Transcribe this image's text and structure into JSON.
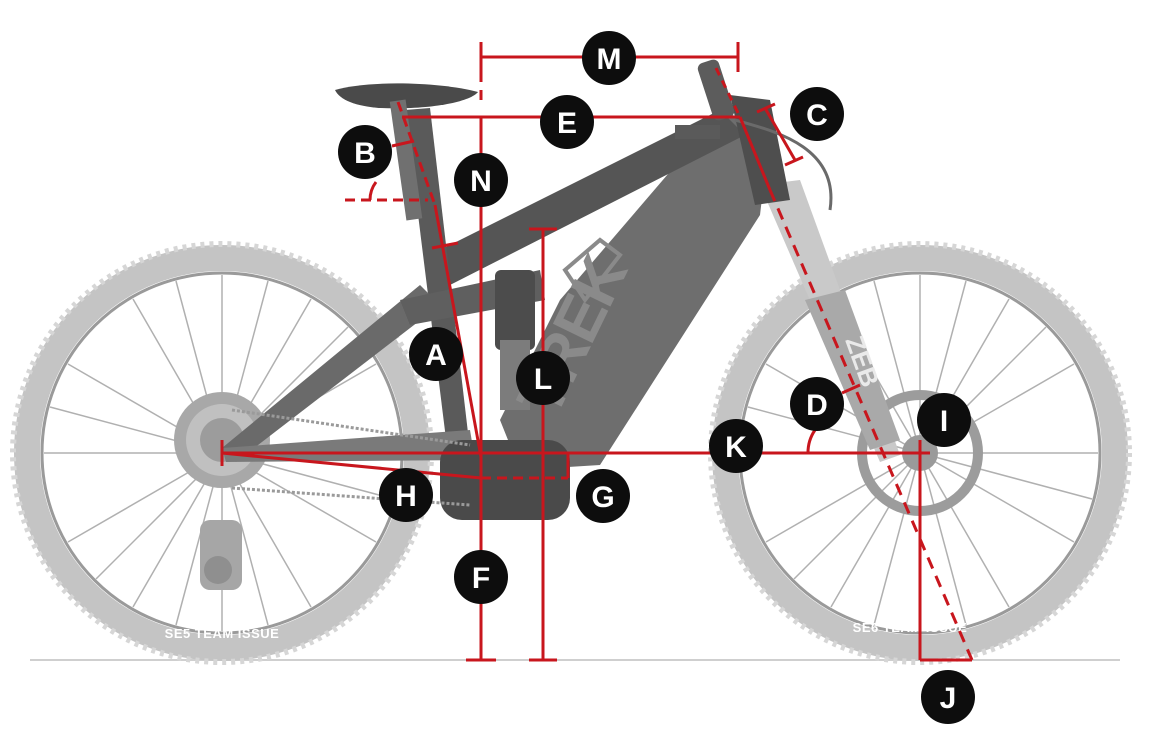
{
  "diagram": {
    "accent_color": "#c8161d",
    "badge_color": "#0d0d0d",
    "bike_color": "#b8b8b8",
    "frame_brand_text": "TREK",
    "fork_brand_text": "ZEB",
    "rear_tire_text": "SE5 TEAM ISSUE",
    "front_tire_text": "SE6 TEAM ISSUE",
    "labels": {
      "A": "A",
      "B": "B",
      "C": "C",
      "D": "D",
      "E": "E",
      "F": "F",
      "G": "G",
      "H": "H",
      "I": "I",
      "J": "J",
      "K": "K",
      "L": "L",
      "M": "M",
      "N": "N"
    }
  }
}
